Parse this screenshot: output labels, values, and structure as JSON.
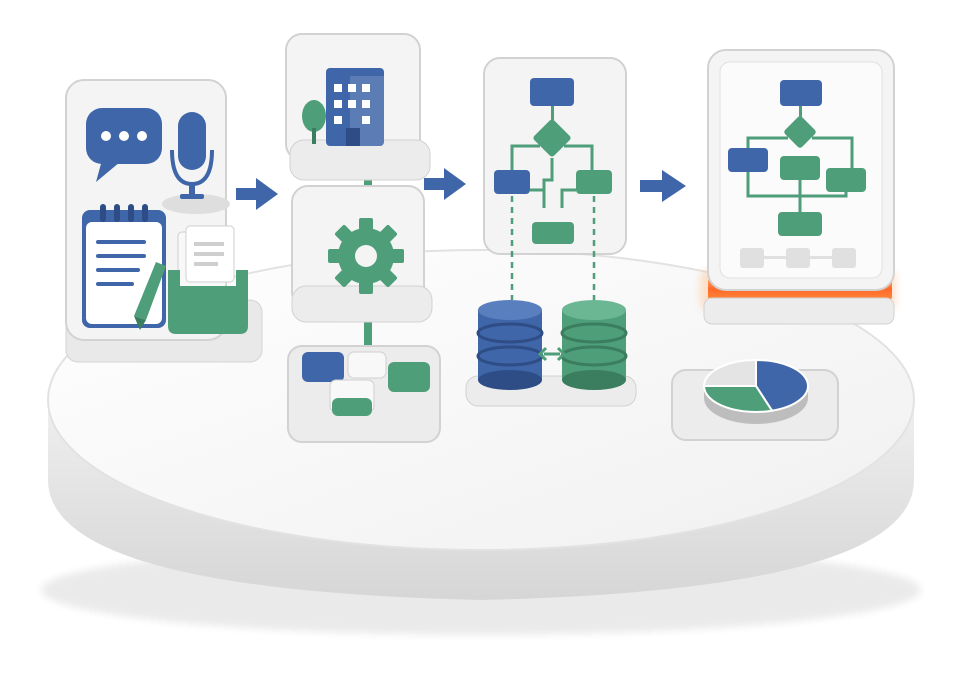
{
  "colors": {
    "background": "#ffffff",
    "platform": "#ececec",
    "platform_shadow": "#c9c9c9",
    "card": "#eeeeee",
    "card_edge": "#d2d2d2",
    "blue": "#3f66a8",
    "blue_dark": "#2e4d86",
    "green": "#4f9e7a",
    "green_dark": "#3b7d5f",
    "gray_block": "#dcdcdc",
    "glow": "#ff6a2a",
    "glow_light": "#ffb070"
  },
  "stages": [
    {
      "id": "capture",
      "icons": [
        "chat-bubble-icon",
        "microphone-icon",
        "notepad-icon",
        "pen-icon",
        "document-tray-icon"
      ]
    },
    {
      "id": "process",
      "icons": [
        "office-building-icon",
        "tree-icon",
        "gear-icon",
        "module-blocks-icon"
      ]
    },
    {
      "id": "model",
      "icons": [
        "flowchart-icon",
        "database-blue-icon",
        "database-green-icon",
        "sync-arrows-icon"
      ]
    },
    {
      "id": "deploy",
      "icons": [
        "flowchart-icon",
        "pie-chart-icon"
      ]
    }
  ],
  "connectors": {
    "count": 3,
    "icon": "arrow-right-icon"
  },
  "pie_chart": {
    "slices": [
      {
        "name": "blue",
        "fraction": 0.45
      },
      {
        "name": "green",
        "fraction": 0.3
      },
      {
        "name": "gray",
        "fraction": 0.25
      }
    ]
  }
}
